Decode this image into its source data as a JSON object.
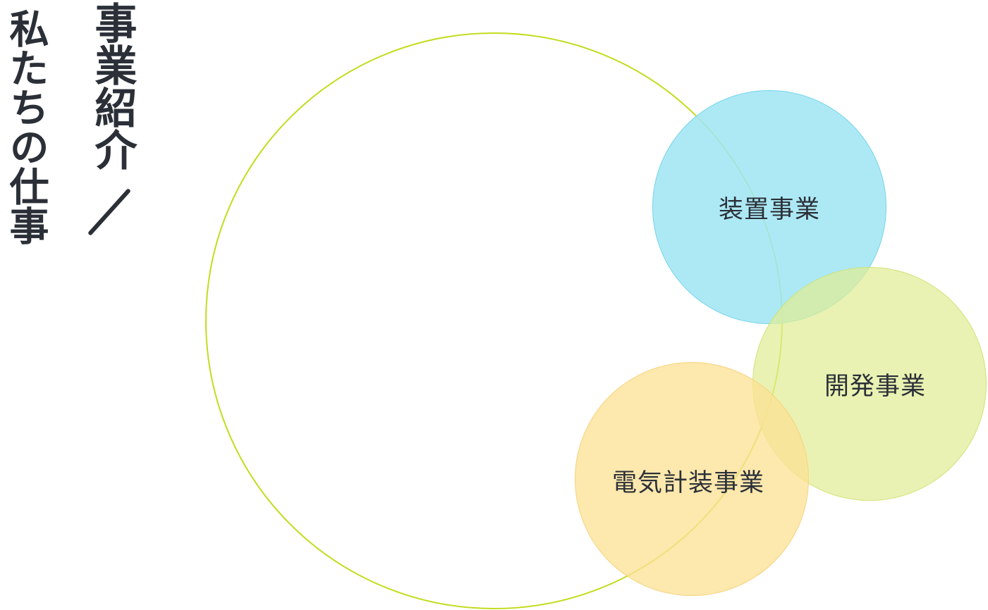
{
  "heading": {
    "subtitle": "事業紹介",
    "slash": "／",
    "title": "私たちの仕事"
  },
  "diagram": {
    "outer_circle": {
      "color": "#c3dc1e"
    },
    "bubbles": [
      {
        "label": "装置事業",
        "color": "#aeeaf5"
      },
      {
        "label": "開発事業",
        "color": "#e8f1b0"
      },
      {
        "label": "電気計装事業",
        "color": "#fde9b0"
      }
    ]
  }
}
